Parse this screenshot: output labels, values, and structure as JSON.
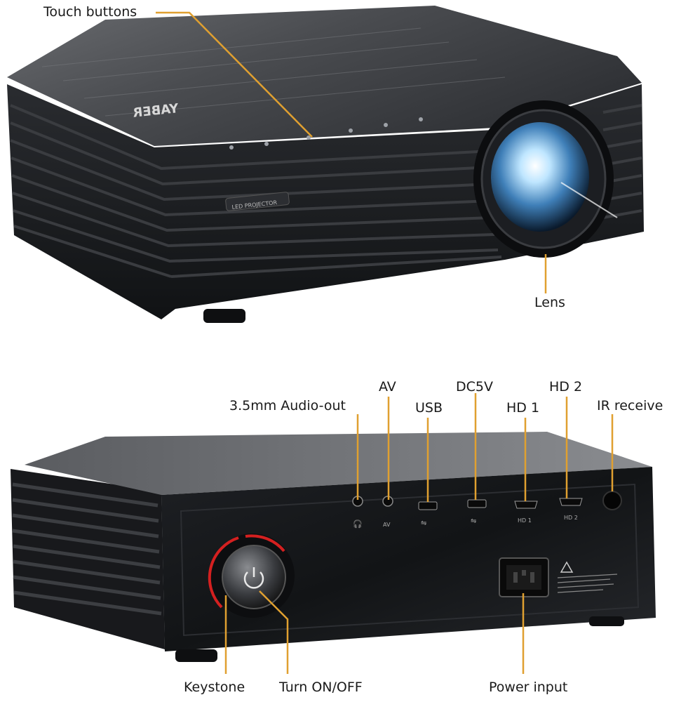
{
  "labels": {
    "touch_buttons": "Touch buttons",
    "lens": "Lens",
    "audio_out": "3.5mm Audio-out",
    "av": "AV",
    "usb": "USB",
    "dc5v": "DC5V",
    "hd1": "HD 1",
    "hd2": "HD 2",
    "ir_receive": "IR receive",
    "keystone": "Keystone",
    "turn_on_off": "Turn ON/OFF",
    "power_input": "Power input"
  },
  "device_text": {
    "brand": "YABER",
    "front_badge": "LED PROJECTOR",
    "port_av": "AV",
    "port_hd1": "HD 1",
    "port_hd2": "HD 2"
  },
  "colors": {
    "callout_line": "#e0a030",
    "body_dark": "#1b1d20",
    "top_shell": "#4a4c50",
    "lens_glow": "#7fc8ff",
    "keystone_ring": "#d42020",
    "background": "#ffffff"
  },
  "icons": [
    "power-icon",
    "usb-icon",
    "headphone-icon",
    "warning-triangle-icon"
  ]
}
